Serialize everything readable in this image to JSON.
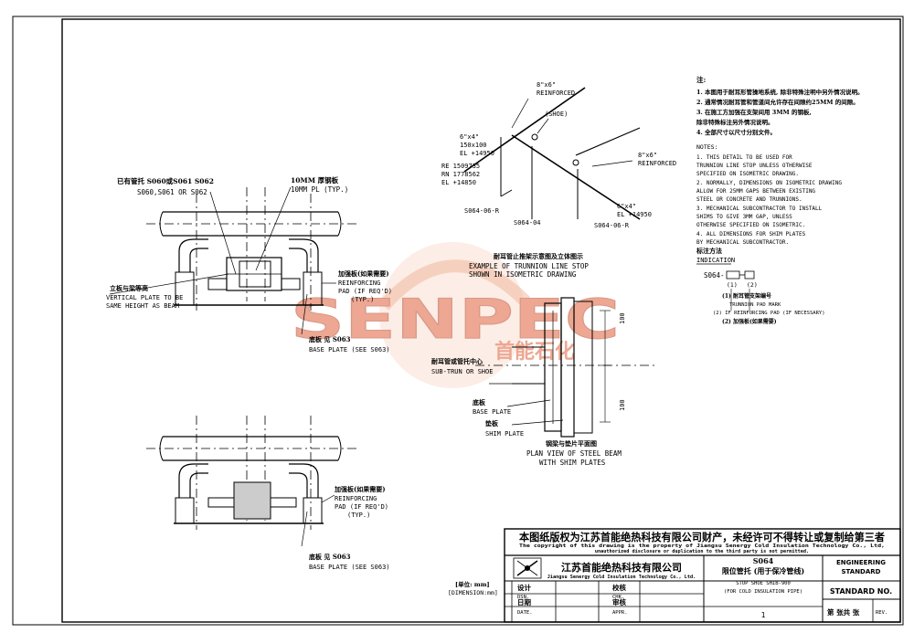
{
  "notes_cn": {
    "heading": "注:",
    "items": [
      "1. 本图用于耐耳形管操地系统, 除非特殊注明中另外情况说明。",
      "2. 通常情况耐耳管和管道间允许存在间隙约25MM 的间隙。",
      "3. 在施工方加强在支架间用 3MM 的钢板,",
      "   除非特殊标注另外情况说明。",
      "4. 全部尺寸以尺寸分别文件。"
    ]
  },
  "notes_en": {
    "heading": "NOTES:",
    "items": [
      "1. THIS DETAIL TO BE USED FOR",
      "   TRUNNION LINE STOP UNLESS OTHERWISE",
      "   SPECIFIED ON ISOMETRIC DRAWING.",
      "2. NORMALLY, DIMENSIONS ON ISOMETRIC DRAWING",
      "   ALLOW FOR 25MM GAPS BETWEEN EXISTING",
      "   STEEL OR CONCRETE AND TRUNNIONS.",
      "3. MECHANICAL SUBCONTRACTOR TO INSTALL",
      "   SHIMS TO GIVE 3MM GAP, UNLESS",
      "   OTHERWISE SPECIFIED ON ISOMETRIC.",
      "4. ALL DIMENSIONS FOR SHIM PLATES",
      "   BY MECHANICAL SUBCONTRACTOR."
    ]
  },
  "indication": {
    "heading_cn": "标注方法",
    "heading": "INDICATION",
    "code": "S064-",
    "marks": [
      "(1)",
      "(2)"
    ],
    "item1_cn": "(1) 耐耳管支架编号",
    "item1": "TRUNNION PAD MARK",
    "item2_cn": "(2) 加强板(如果需要)",
    "item2": "(2) IF REINFORCING PAD (IF NECESSARY)"
  },
  "top_view": {
    "cn_top": "已有管托 S060或S061 S062",
    "en_top": "S060,S061 OR S062",
    "plate_cn": "10MM 厚钢板",
    "plate": "10MM PL (TYP.)",
    "vplate_cn": "立板与梁等高",
    "vplate": [
      "VERTICAL PLATE TO BE",
      "SAME HEIGHT AS BEAM"
    ],
    "pad_cn": "加强板(如果需要)",
    "pad": [
      "REINFORCING",
      "PAD (IF REQ'D)",
      "(TYP.)"
    ],
    "base_cn": "底板 见 S063",
    "base": "BASE PLATE (SEE S063)"
  },
  "iso_view": {
    "reinf_top": [
      "8\"x6\"",
      "REINFORCED"
    ],
    "shoe": "(SHOE)",
    "reinf_right": [
      "8\"x6\"",
      "REINFORCED"
    ],
    "left_size": [
      "6\"x4\"",
      "150x100",
      "EL +14950"
    ],
    "coords": [
      "RE  1509735",
      "RN  1778562",
      "EL  +14850"
    ],
    "right_el": [
      "6\"x4\"",
      "EL +14950"
    ],
    "refs": [
      "S064-06-R",
      "S064-04",
      "S064-06-R"
    ],
    "caption_cn": "耐耳管止推架示意图及立体图示",
    "caption": [
      "EXAMPLE OF TRUNNION LINE STOP",
      "SHOWN IN ISOMETRIC DRAWING"
    ]
  },
  "plan_view": {
    "sub_cn": "耐耳管或管托中心",
    "sub": "SUB-TRUN OR SHOE",
    "base_cn": "底板",
    "base": "BASE PLATE",
    "shim_cn": "垫板",
    "shim": "SHIM PLATE",
    "dim1": "100",
    "dim2": "100",
    "caption_cn": "钢梁与垫片平面图",
    "caption": [
      "PLAN VIEW OF STEEL BEAM",
      "WITH SHIM PLATES"
    ]
  },
  "bottom_view": {
    "pad_cn": "加强板(如果需要)",
    "pad": [
      "REINFORCING",
      "PAD (IF REQ'D)",
      "(TYP.)"
    ],
    "base_cn": "底板 见 S063",
    "base": "BASE PLATE (SEE S063)"
  },
  "unit_note": {
    "cn": "[单位: mm]",
    "en": "[DIMENSION:mm]"
  },
  "watermark": {
    "brand": "SENPEC",
    "cn": "首能石化",
    "color": "#e0603a"
  },
  "title_block": {
    "copyright_cn": "本图纸版权为江苏首能绝热科技有限公司财产，未经许可不得转让或复制给第三者",
    "copyright_en_1": "The copyright of this drawing is the property of Jiangsu Senergy Cold Insulation Technology Co., Ltd,",
    "copyright_en_2": "unauthorized disclosure or duplication to the third party is not permitted.",
    "company_cn": "江苏首能绝热科技有限公司",
    "company_en": "Jiangsu Senergy Cold Insulation Technology Co., Ltd.",
    "drawing_no": "S064",
    "title_cn": "限位管托 (用于保冷管线)",
    "title_en_1": "STOP SHOE SHIB-900",
    "title_en_2": "(FOR COLD INSULATION PIPE)",
    "design_cn": "设计",
    "design": "DSN.",
    "check_cn": "校核",
    "check": "CHK.",
    "date_cn": "日期",
    "date": "DATE.",
    "approve_cn": "审核",
    "approve": "APPR.",
    "sheet": "1",
    "std_1": "ENGINEERING",
    "std_2": "STANDARD",
    "std_no": "STANDARD NO.",
    "pages": "第 张共 张",
    "rev": "REV."
  }
}
